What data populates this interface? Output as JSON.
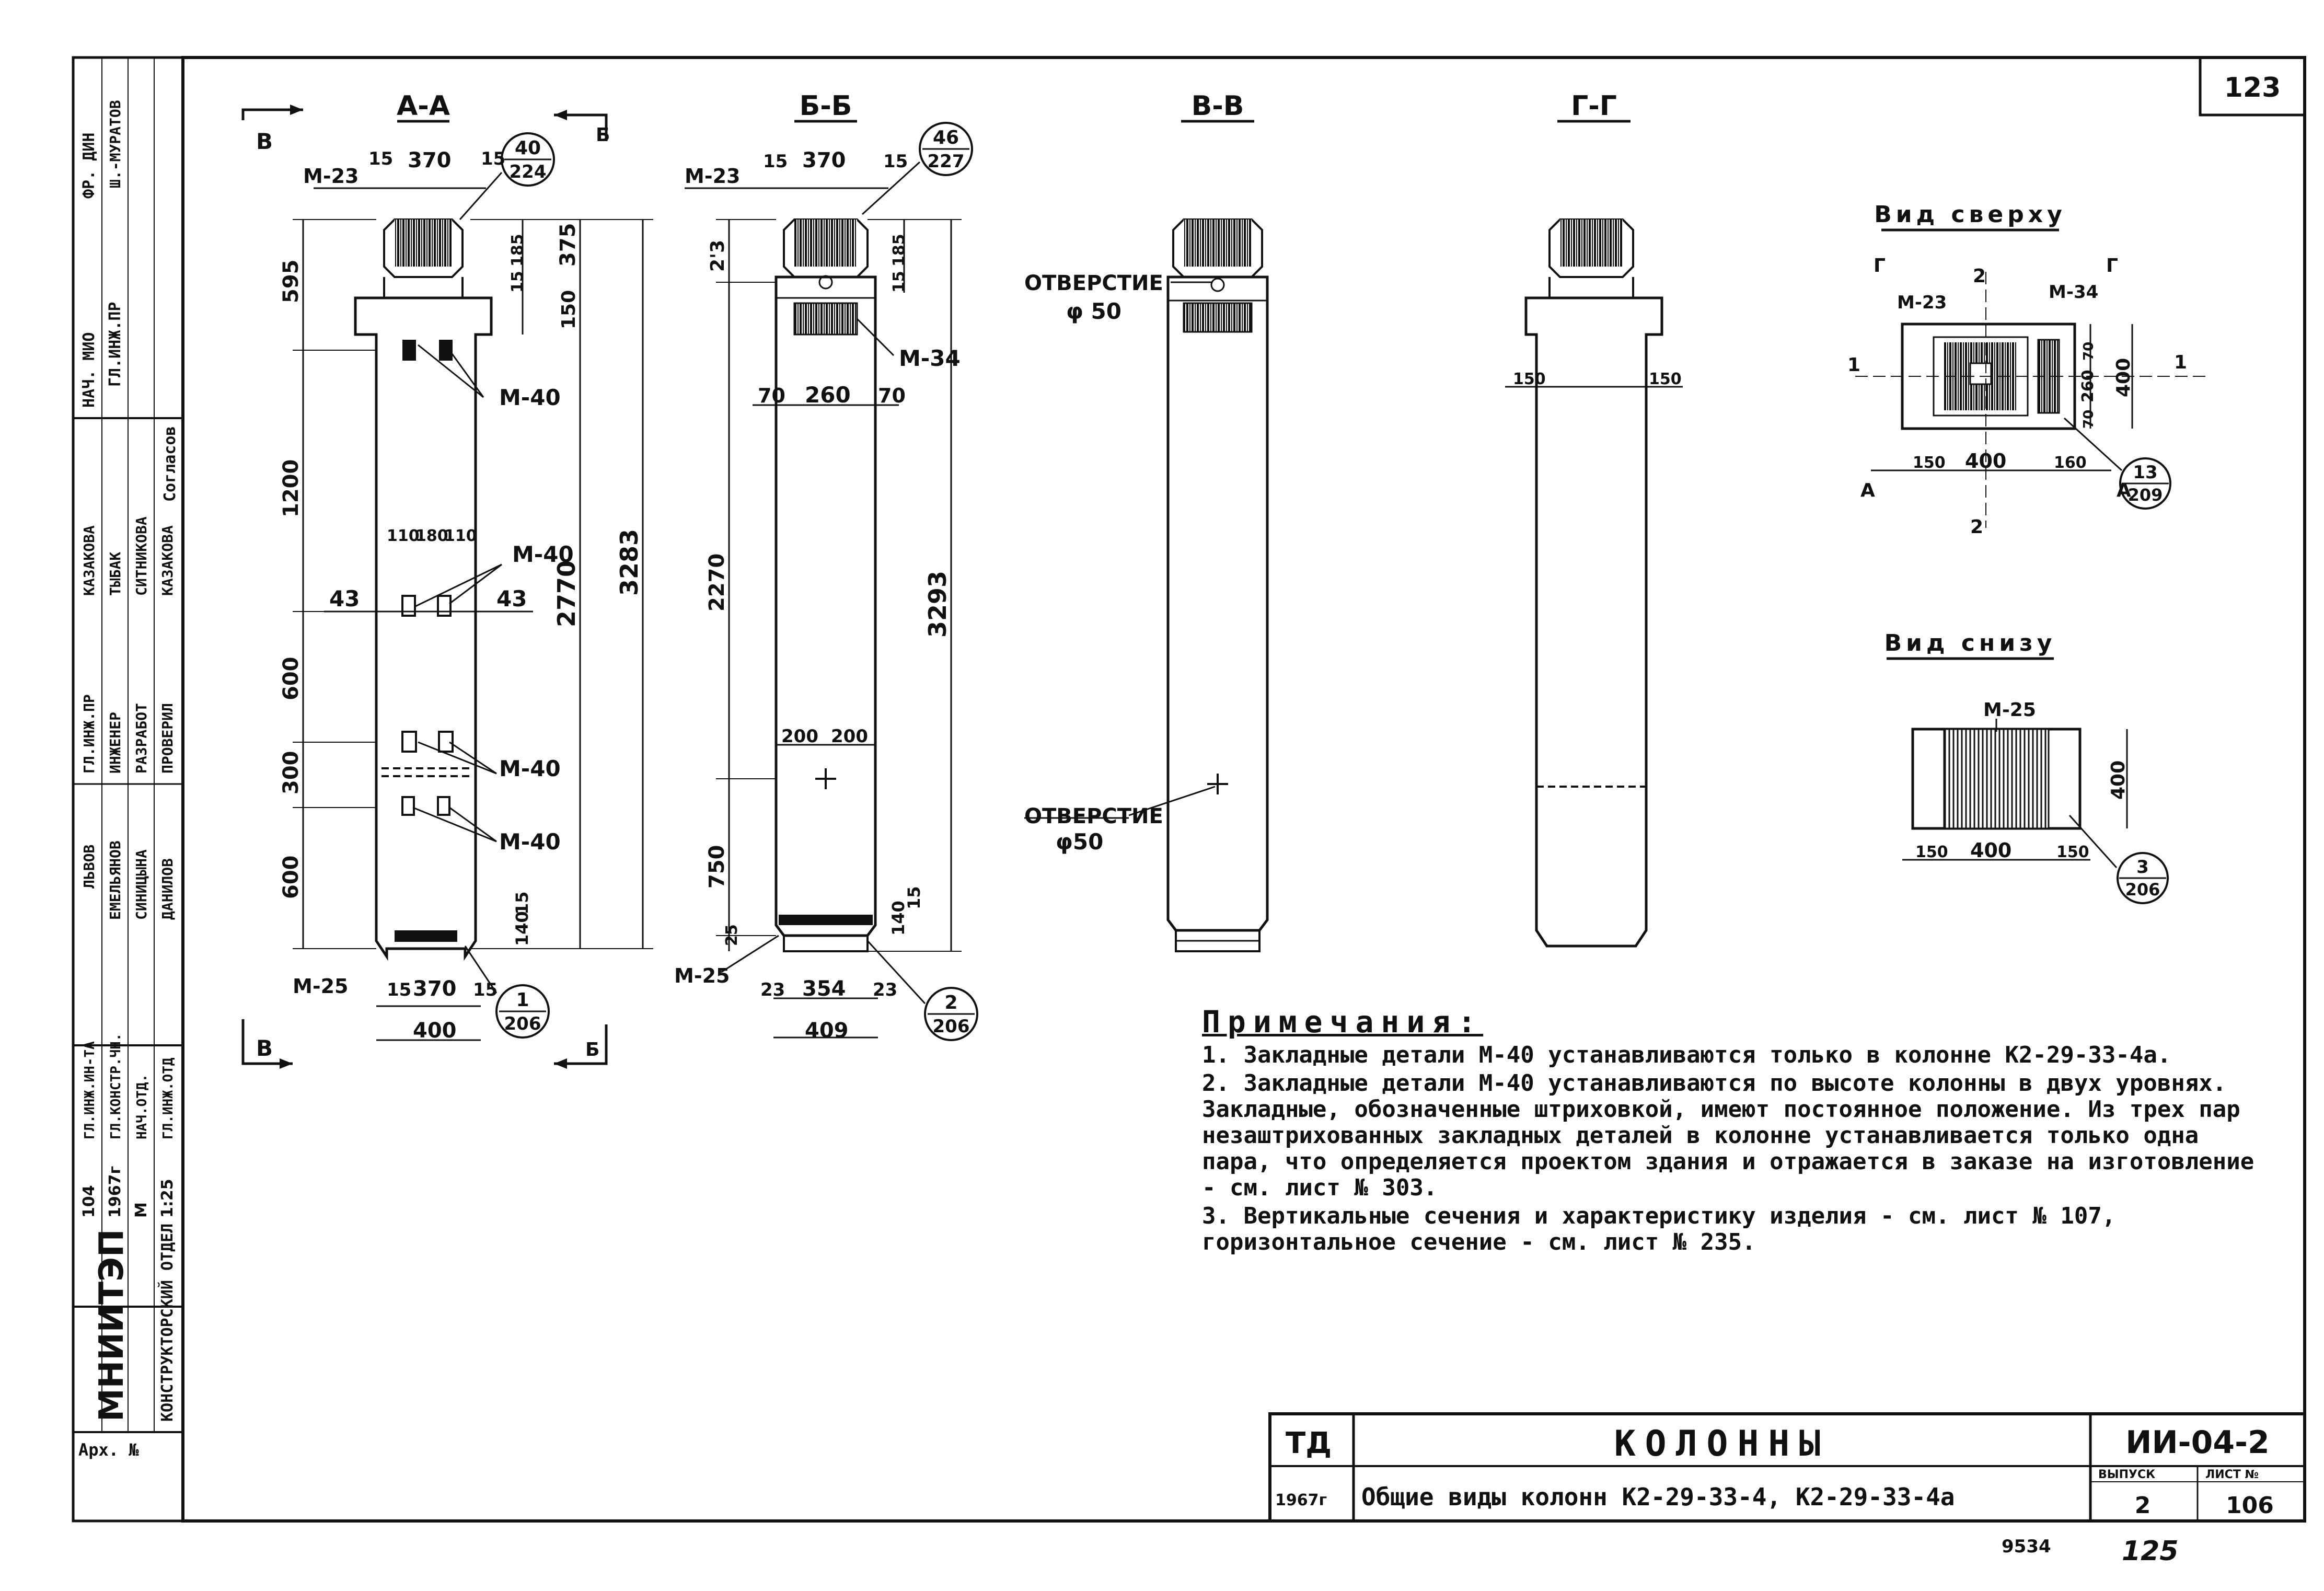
{
  "page_number": "123",
  "sections": {
    "aa": "А-А",
    "bb": "Б-Б",
    "vv": "В-В",
    "gg": "Г-Г",
    "top_view": "Вид сверху",
    "bottom_view": "Вид снизу"
  },
  "section_arrows": {
    "v_top": "В",
    "v_bottom": "В",
    "b_top": "Б",
    "b_bottom": "Б"
  },
  "aa": {
    "labels": [
      "М-23",
      "М-40",
      "М-40",
      "М-40",
      "М-40",
      "М-25"
    ],
    "dims_top": [
      "15",
      "370",
      "15"
    ],
    "dims_bottom": [
      "15",
      "370",
      "15"
    ],
    "width": "400",
    "heights": [
      "595",
      "1200",
      "600",
      "300",
      "600"
    ],
    "right_dims": [
      "185",
      "375",
      "15",
      "150",
      "15",
      "140"
    ],
    "overall": [
      "2770",
      "3283"
    ],
    "insert_spacing": [
      "110",
      "180",
      "110"
    ],
    "section_mark": "43",
    "callout_top": {
      "n": "40",
      "d": "224"
    },
    "callout_bottom": {
      "n": "1",
      "d": "206"
    }
  },
  "bb": {
    "labels": [
      "М-23",
      "М-34",
      "М-25"
    ],
    "dims_top": [
      "15",
      "370",
      "15"
    ],
    "dims_mid": [
      "70",
      "260",
      "70"
    ],
    "dims_hole": [
      "200",
      "200"
    ],
    "dims_bottom": [
      "23",
      "354",
      "23"
    ],
    "width": "409",
    "heights": [
      "2'3",
      "2270",
      "750",
      "25"
    ],
    "right_dims": [
      "185",
      "15",
      "140",
      "15"
    ],
    "overall": "3293",
    "callout_top": {
      "n": "46",
      "d": "227"
    },
    "callout_bottom": {
      "n": "2",
      "d": "206"
    }
  },
  "vv": {
    "holes": [
      "ОТВЕРСТИЕ",
      "φ 50",
      "ОТВЕРСТИЕ",
      "φ50"
    ]
  },
  "gg": {
    "dims": [
      "150",
      "150"
    ]
  },
  "top_view": {
    "labels": [
      "М-23",
      "М-34"
    ],
    "marks": [
      "Г",
      "2",
      "Г",
      "1",
      "1",
      "А",
      "А",
      "А",
      "А",
      "2"
    ],
    "dims_h": [
      "150",
      "400",
      "160"
    ],
    "dims_v": [
      "70",
      "260",
      "70",
      "400"
    ],
    "callout": {
      "n": "13",
      "d": "209"
    }
  },
  "bottom_view": {
    "label": "М-25",
    "dims_h": [
      "150",
      "400",
      "150"
    ],
    "dim_v": "400",
    "callout": {
      "n": "3",
      "d": "206"
    }
  },
  "notes": {
    "header": "Примечания:",
    "items": [
      "1. Закладные детали М-40 устанавливаются только в колонне К2-29-33-4а.",
      "2. Закладные детали М-40 устанавливаются по высоте колонны в двух уровнях. Закладные, обозначенные штриховкой, имеют постоянное положение. Из трех пар незаштрихованных закладных деталей в колонне устанавливается только одна пара, что определяется проектом здания и отражается в заказе на изготовление - см. лист № 303.",
      "3. Вертикальные сечения и характеристику изделия - см. лист № 107, горизонтальное сечение - см. лист № 235."
    ]
  },
  "left_stamp": {
    "org": "МНИИТЭП",
    "dept": "КОНСТРУКТОРСКИЙ ОТДЕЛ",
    "arch": "Арх. №",
    "roles": [
      "ФР. ДИН",
      "ГЛ.ИНЖ.ПР",
      "НАЧ. МИО",
      "Согласов",
      "ГЛ.ИНЖ.ПР",
      "ИНЖЕНЕР",
      "РАЗРАБОТ",
      "ПРОВЕРИЛ",
      "ГЛ.ИНЖ.ИН-ТА",
      "ГЛ.КОНСТР.ЧН.",
      "НАЧ.ОТД.",
      "ГЛ.ИНЖ.ОТД"
    ],
    "names": [
      "Ш.-МУРАТОВ",
      "КАЗАКОВА",
      "ТЫБАК",
      "СИТНИКОВА",
      "КАЗАКОВА",
      "ЛЬВОВ",
      "ЕМЕЛЬЯНОВ",
      "СИНИЦЫНА",
      "ДАНИЛОВ"
    ],
    "info": [
      "104",
      "1967г",
      "М",
      "1:25"
    ]
  },
  "title_block": {
    "td": "ТД",
    "year": "1967г",
    "title": "КОЛОННЫ",
    "subtitle": "Общие виды колонн К2-29-33-4, К2-29-33-4а",
    "code": "ИИ-04-2",
    "issue_label": "ВЫПУСК",
    "sheet_label": "ЛИСТ №",
    "issue": "2",
    "sheet": "106",
    "bottom_numbers": [
      "9534",
      "125"
    ]
  }
}
